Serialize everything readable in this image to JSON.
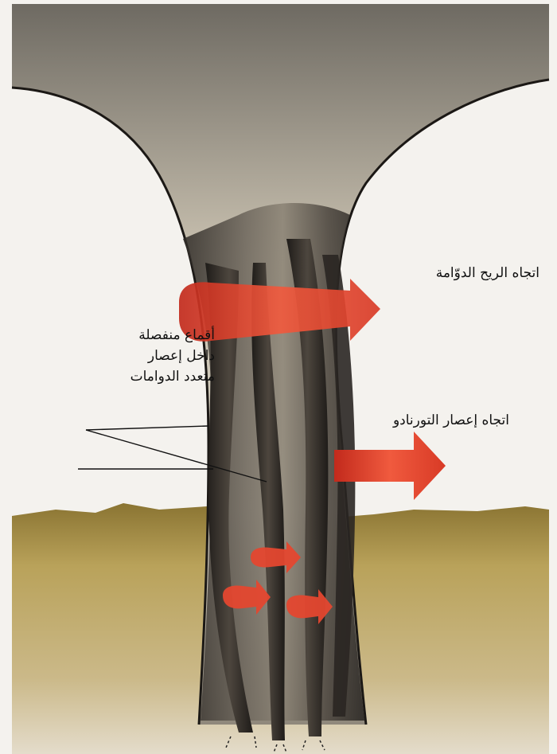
{
  "diagram": {
    "labels": {
      "wind_direction": "اتجاه الريح الدوّامة",
      "tornado_direction": "اتجاه إعصار التورنادو",
      "suction_vortices": [
        "أقماع منفصلة",
        "داخل إعصار",
        "متعدد الدوامات"
      ]
    },
    "colors": {
      "arrow_red": "#e03a2a",
      "funnel_dark": "#3a3530",
      "ground": "#b39b52",
      "sky": "#f3f1ec"
    }
  }
}
